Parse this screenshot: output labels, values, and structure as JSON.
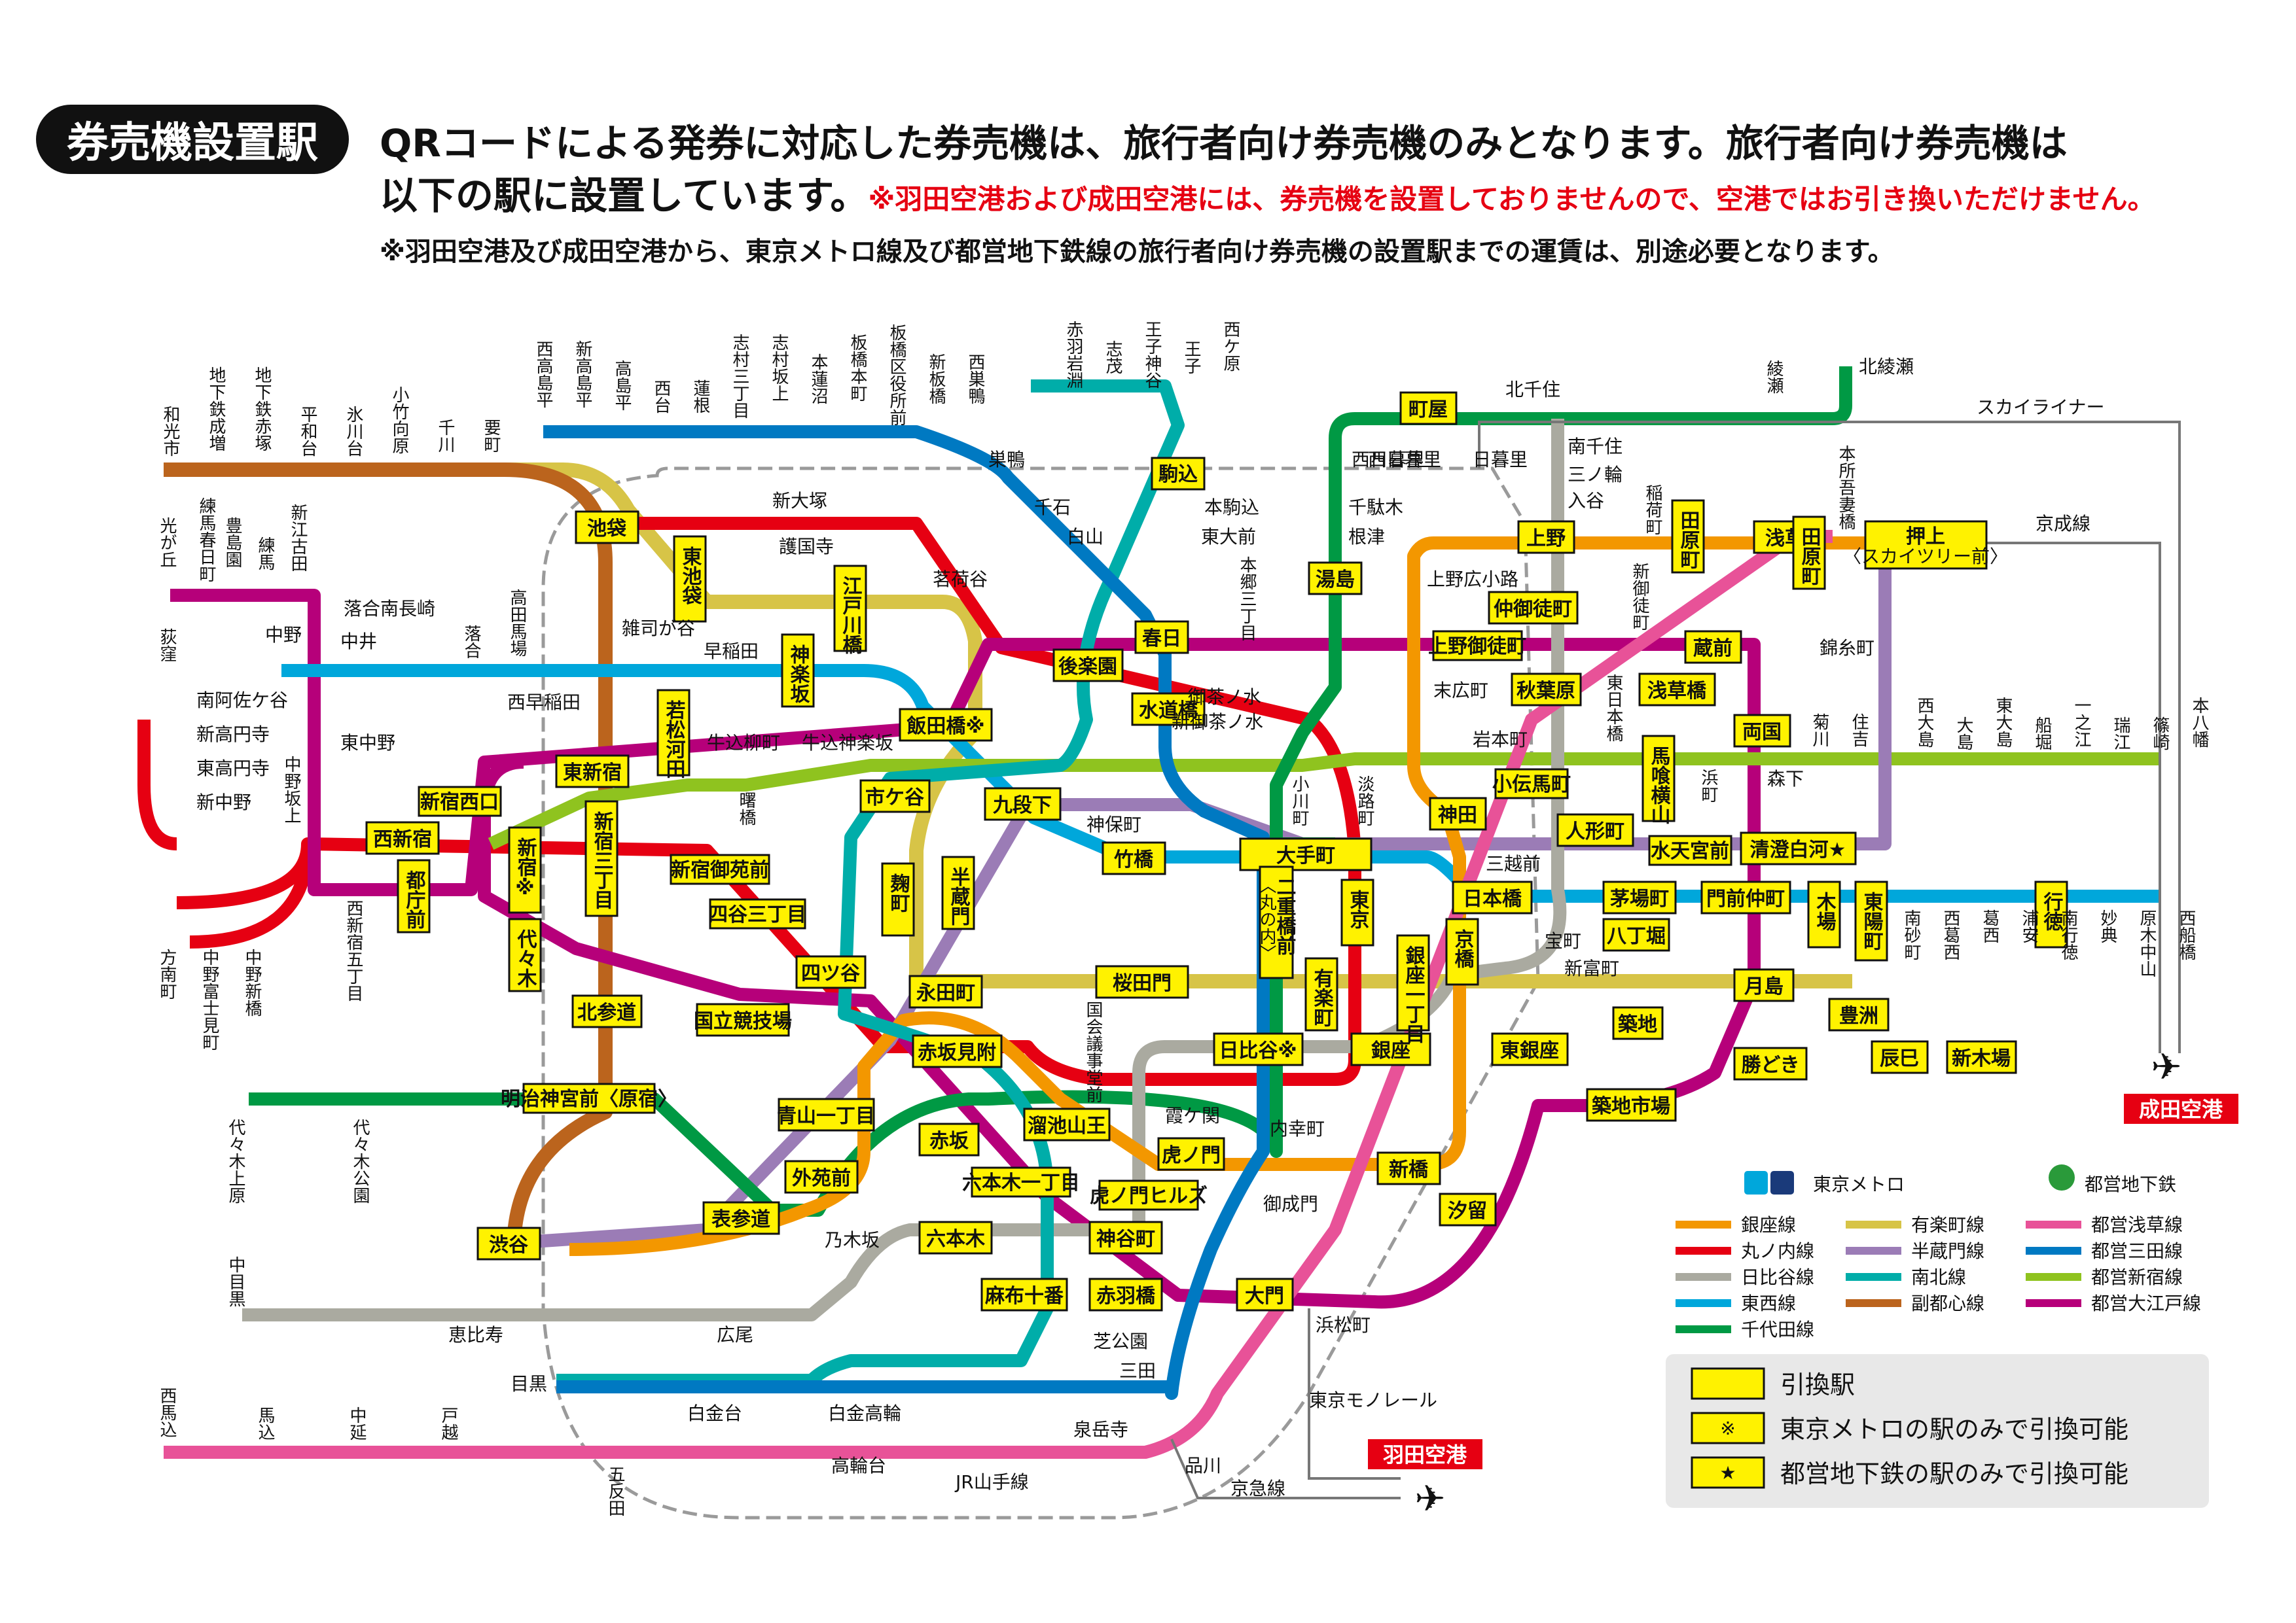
{
  "header": {
    "badge": "券売機設置駅",
    "line1": "QRコードによる発券に対応した券売機は、旅行者向け券売機のみとなります。旅行者向け券売機は",
    "line2_black": "以下の駅に設置しています。",
    "line2_red": "※羽田空港および成田空港には、券売機を設置しておりませんので、空港ではお引き換いただけません。",
    "note": "※羽田空港及び成田空港から、東京メトロ線及び都営地下鉄線の旅行者向け券売機の設置駅までの運賃は、別途必要となります。"
  },
  "colors": {
    "ginza": "#f39700",
    "marunouchi": "#e60012",
    "hibiya": "#aaaaa0",
    "tozai": "#00a7db",
    "chiyoda": "#009944",
    "yurakucho": "#d7c447",
    "hanzomon": "#9b7cb6",
    "namboku": "#00ada9",
    "fukutoshin": "#bb641d",
    "asakusa": "#e85298",
    "mita": "#0079c2",
    "shinjuku": "#8fc31f",
    "oedo": "#b6007a",
    "highlight": "#fff200",
    "airport": "#e60012"
  },
  "stations": {
    "wakoshi": "和光市",
    "chikatetsunarimasu": "地下鉄成増",
    "chikatetsuakatsuka": "地下鉄赤塚",
    "heiwadai": "平和台",
    "hikawadai": "氷川台",
    "kotakemukaihara": "小竹向原",
    "senkawa": "千川",
    "kanamecho": "要町",
    "nishitakashimadaira": "西高島平",
    "shintakashimadaira": "新高島平",
    "takashimadaira": "高島平",
    "nishidai": "西台",
    "hasune": "蓮根",
    "shimurasanchome": "志村三丁目",
    "shimurasakaue": "志村坂上",
    "motohasunuma": "本蓮沼",
    "itabashihoncho": "板橋本町",
    "itabashikuyakushomae": "板橋区役所前",
    "shinitabashi": "新板橋",
    "nishisugamo": "西巣鴨",
    "akabaneiwabuchi": "赤羽岩淵",
    "shimo": "志茂",
    "ojikamiya": "王子神谷",
    "oji": "王子",
    "nishigahara": "西ケ原",
    "kitasenju": "北千住",
    "ayase": "綾瀬",
    "kitaayase": "北綾瀬",
    "machiya": "町屋",
    "nishinippori": "西日暮里",
    "nippori": "日暮里",
    "sendagi": "千駄木",
    "nezu": "根津",
    "yushima": "湯島",
    "minamisenju": "南千住",
    "minowa": "三ノ輪",
    "iriya": "入谷",
    "inaricho": "稲荷町",
    "tawaramachi": "田原町",
    "asakusa": "浅草",
    "honjoazumabashi": "本所吾妻橋",
    "oshiage": "押上",
    "oshiage_sub": "〈スカイツリー前〉",
    "skyliner": "スカイライナー",
    "keiseiline": "京成線",
    "ueno": "上野",
    "uenohirokoji": "上野広小路",
    "nakaokachimachi": "仲御徒町",
    "uenookachimachi": "上野御徒町",
    "shinokachimachi": "新御徒町",
    "kuramae": "蔵前",
    "suehirocho": "末広町",
    "akihabara": "秋葉原",
    "iwamotocho": "岩本町",
    "kodemmacho": "小伝馬町",
    "higashinihombashi": "東日本橋",
    "asakusabashi": "浅草橋",
    "bakuroyokoyama": "馬喰横山",
    "hamacho": "浜町",
    "ryogoku": "両国",
    "morishita": "森下",
    "kikukawa": "菊川",
    "sumiyoshi": "住吉",
    "kinshicho": "錦糸町",
    "nishiojima": "西大島",
    "ojima": "大島",
    "higashiojima": "東大島",
    "funabori": "船堀",
    "ichinoe": "一之江",
    "mizue": "瑞江",
    "shinozaki": "篠崎",
    "motoyawata": "本八幡",
    "ningyocho": "人形町",
    "suitengumae": "水天宮前",
    "kiyosumishirakawa": "清澄白河★",
    "koishikawa_pre": "",
    "ikebukuro": "池袋",
    "higashiikebukuro": "東池袋",
    "gokokuji": "護国寺",
    "edogawabashi": "江戸川橋",
    "shinotsuka": "新大塚",
    "myogadani": "茗荷谷",
    "sugamo": "巣鴨",
    "sengoku": "千石",
    "hakusan": "白山",
    "komagome": "駒込",
    "honkomagome": "本駒込",
    "todaimae": "東大前",
    "hongosanchome": "本郷三丁目",
    "kasuga": "春日",
    "korakuen": "後楽園",
    "suidobashi": "水道橋",
    "ochanomizu": "御茶ノ水",
    "shinochanomizu": "新御茶ノ水",
    "ogawamachi": "小川町",
    "awajicho": "淡路町",
    "jimbocho": "神保町",
    "jimbocho2": "神保町",
    "takebashi": "竹橋",
    "otemachi": "大手町",
    "kanda": "神田",
    "mitsukoshimae": "三越前",
    "nihombashi": "日本橋",
    "kayabacho": "茅場町",
    "hatchobori": "八丁堀",
    "monzennakacho": "門前仲町",
    "kiba": "木場",
    "toyocho": "東陽町",
    "minamisunamachi": "南砂町",
    "nishikasai": "西葛西",
    "kasai": "葛西",
    "urayasu": "浦安",
    "minamigyotoku": "南行徳",
    "gyotoku": "行徳",
    "myoden": "妙典",
    "barakinakayama": "原木中山",
    "nishifunabashi": "西船橋",
    "kudanshita": "九段下",
    "iidabashi": "飯田橋※",
    "ichigaya": "市ケ谷",
    "kojimachi": "麹町",
    "hanzomon": "半蔵門",
    "ushigomekagurazaka": "牛込神楽坂",
    "ushigomeyanagicho": "牛込柳町",
    "wakamatsukawada": "若松河田",
    "akebonobashi": "曙橋",
    "kagurazaka": "神楽坂",
    "waseda": "早稲田",
    "zoshigaya": "雑司が谷",
    "nishiwaseda": "西早稲田",
    "takadanobaba": "高田馬場",
    "ochiai": "落合",
    "nakai": "中井",
    "ochiaiminaminagasaki": "落合南長崎",
    "nakano": "中野",
    "higashinakano": "東中野",
    "nakanosakaue": "中野坂上",
    "hikarigaoka": "光が丘",
    "nerimakasugacho": "練馬春日町",
    "toshimaen": "豊島園",
    "nerima": "練馬",
    "shinegota": "新江古田",
    "ogikubo": "荻窪",
    "minamiasagaya": "南阿佐ケ谷",
    "shinkoenji": "新高円寺",
    "higashikoenji": "東高円寺",
    "shinnakano": "新中野",
    "honancho": "方南町",
    "nakanofujimicho": "中野富士見町",
    "nakanoshimbashi": "中野新橋",
    "nishishinjuku": "西新宿",
    "shinjukunishiguchi": "新宿西口",
    "higashishinjuku": "東新宿",
    "tochomae": "都庁前",
    "nishishinjukugochome": "西新宿五丁目",
    "shinjuku": "新宿※",
    "shinjukusanchome": "新宿三丁目",
    "shinjukugyoenmae": "新宿御苑前",
    "yotsuyasanchome": "四谷三丁目",
    "yotsuya": "四ツ谷",
    "yoyogi": "代々木",
    "kitasando": "北参道",
    "kokuritsukyogijo": "国立競技場",
    "meijijingumae": "明治神宮前〈原宿〉",
    "yoyogiuehara": "代々木上原",
    "yoyogikoen": "代々木公園",
    "aoyamaitchome": "青山一丁目",
    "gaiemmae": "外苑前",
    "omotesando": "表参道",
    "shibuya": "渋谷",
    "nogizaka": "乃木坂",
    "nagatacho": "永田町",
    "akasakamitsuke": "赤坂見附",
    "kokkaigijidomae": "国会議事堂前",
    "sakuradamon": "桜田門",
    "tameikesanno": "溜池山王",
    "akasaka": "赤坂",
    "roppongiitchome": "六本木一丁目",
    "roppongi": "六本木",
    "azabujuban": "麻布十番",
    "akabanebashi": "赤羽橋",
    "kamiyacho": "神谷町",
    "toranomon": "虎ノ門",
    "toranomonhills": "虎ノ門ヒルズ",
    "kasumigaseki": "霞ケ関",
    "uchisaiwaicho": "内幸町",
    "onarimon": "御成門",
    "shimbashi": "新橋",
    "shiodome": "汐留",
    "daimon": "大門",
    "shibakoen": "芝公園",
    "mita": "三田",
    "hamamatsucho": "浜松町",
    "tokyomonorail": "東京モノレール",
    "hibiya": "日比谷※",
    "yurakucho": "有楽町",
    "ginza": "銀座",
    "ginzaitchome": "銀座一丁目",
    "tokyo": "東京",
    "nijubashimae": "二重橋前",
    "nijubashi_sub": "〈丸の内〉",
    "kyobashi": "京橋",
    "takaracho": "宝町",
    "higashiginza": "東銀座",
    "shintomicho": "新富町",
    "tsukiji": "築地",
    "tsukishima": "月島",
    "kachidoki": "勝どき",
    "tsukijishijo": "築地市場",
    "toyosu": "豊洲",
    "tatsumi": "辰巳",
    "shinkiba": "新木場",
    "nakameguro": "中目黒",
    "ebisu": "恵比寿",
    "hiroo": "広尾",
    "meguro": "目黒",
    "shirokanedai": "白金台",
    "shirokanetakanawa": "白金高輪",
    "nishimagome": "西馬込",
    "magome": "馬込",
    "nakanobu": "中延",
    "togoshi": "戸越",
    "gotanda": "五反田",
    "takanawadai": "高輪台",
    "sengakuji": "泉岳寺",
    "shinagawa": "品川",
    "keikyuline": "京急線",
    "jryamanote": "JR山手線",
    "nishinipporilab": "西日暮里"
  },
  "airports": {
    "narita": "成田空港",
    "haneda": "羽田空港"
  },
  "legend": {
    "metro_title": "東京メトロ",
    "toei_title": "都営地下鉄",
    "metro_lines": [
      "銀座線",
      "丸ノ内線",
      "日比谷線",
      "東西線",
      "千代田線",
      "有楽町線",
      "半蔵門線",
      "南北線",
      "副都心線"
    ],
    "toei_lines": [
      "都営浅草線",
      "都営三田線",
      "都営新宿線",
      "都営大江戸線"
    ],
    "keys": [
      "引換駅",
      "東京メトロの駅のみで引換可能",
      "都営地下鉄の駅のみで引換可能"
    ],
    "key_marks": [
      "",
      "※",
      "★"
    ]
  }
}
